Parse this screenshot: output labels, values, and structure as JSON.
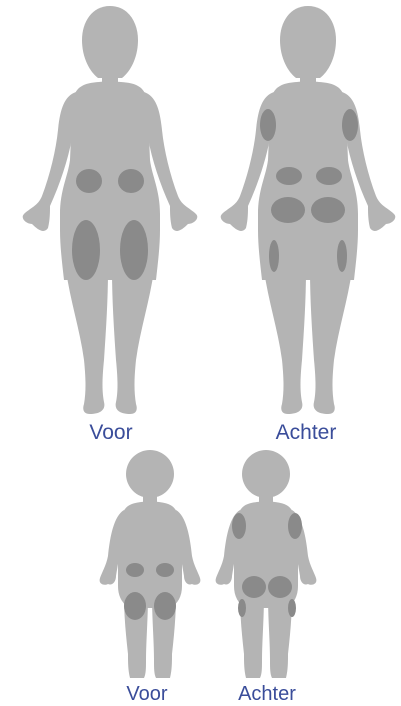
{
  "labels": {
    "adult_front": "Voor",
    "adult_back": "Achter",
    "child_front": "Voor",
    "child_back": "Achter"
  },
  "colors": {
    "body": "#b4b4b4",
    "injection_site": "#8a8a8a",
    "label": "#3a4d9a",
    "background": "#ffffff"
  }
}
